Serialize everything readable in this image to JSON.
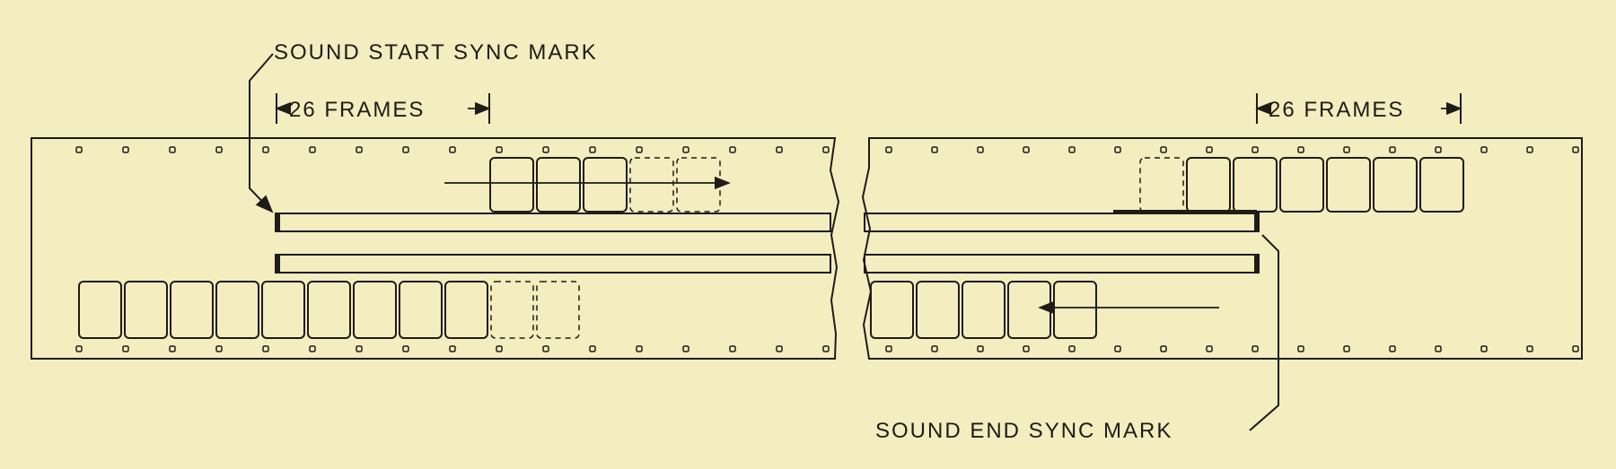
{
  "labels": {
    "start_sync": "SOUND START SYNC MARK",
    "end_sync": "SOUND END SYNC MARK",
    "left_frames": "26 FRAMES",
    "right_frames": "26 FRAMES"
  },
  "film": {
    "perforation_count_left": 17,
    "perforation_count_right": 16,
    "upper_left_solid_frames": 3,
    "upper_left_dashed_frames": 2,
    "lower_left_solid_frames": 9,
    "lower_left_dashed_frames": 2,
    "upper_right_solid_frames": 6,
    "upper_right_dashed_frames": 1,
    "lower_right_solid_frames": 5,
    "upper_left_arrow_direction": "right",
    "lower_right_arrow_direction": "left"
  },
  "colors": {
    "paper": "#f3edbf",
    "ink": "#1e1c16"
  }
}
